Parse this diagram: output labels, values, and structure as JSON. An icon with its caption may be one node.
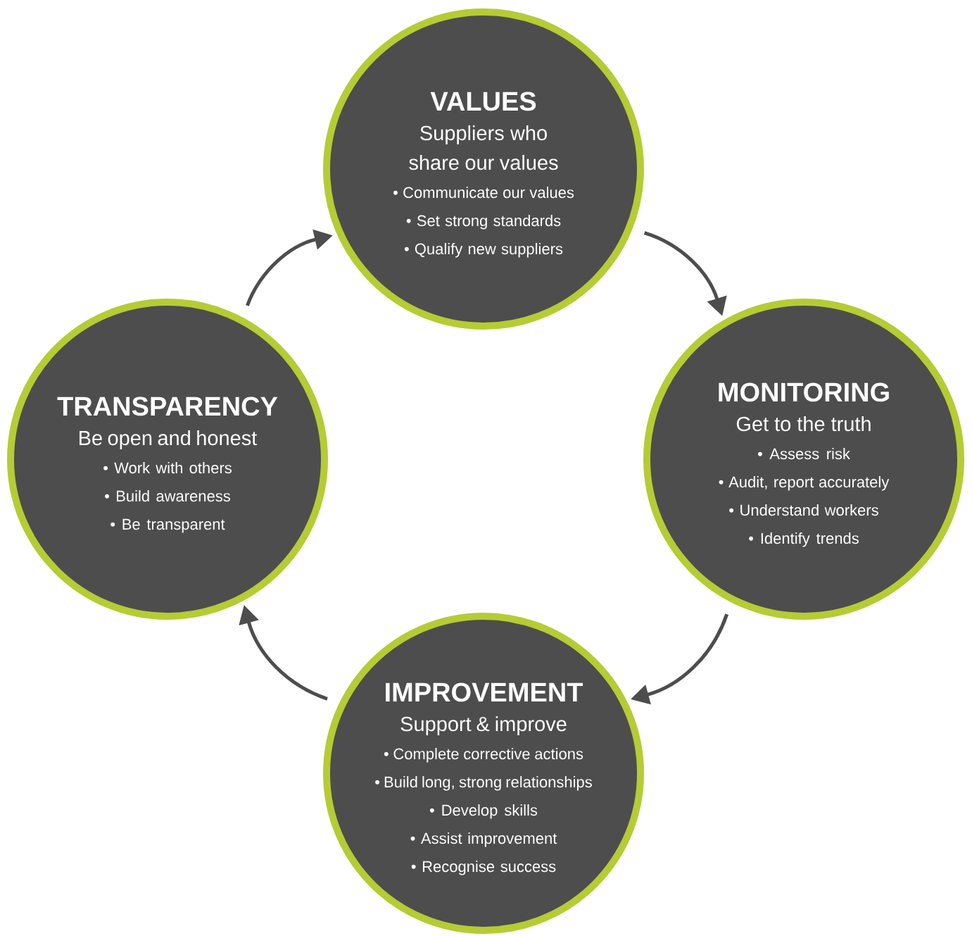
{
  "diagram": {
    "nodes": [
      {
        "text": [
          "VALUES",
          "Suppliers who share our values",
          "• Communicate our values",
          "• Set strong standards",
          "• Qualify new suppliers"
        ]
      },
      {
        "text": [
          "MONITORING",
          "Get to the truth",
          "• Assess risk",
          "• Audit, report accurately",
          "• Understand workers",
          "• Identify trends"
        ]
      },
      {
        "text": [
          "IMPROVEMENT",
          "Support & improve",
          "• Complete corrective actions",
          "• Build long, strong relationships",
          "• Develop skills",
          "• Assist improvement",
          "• Recognise success"
        ]
      },
      {
        "text": [
          "TRANSPARENCY",
          "Be open and honest",
          "• Work with others",
          "• Build awareness",
          "• Be transparent"
        ]
      }
    ],
    "edges": [
      {
        "from": 0,
        "to": 1,
        "arrow": "to"
      },
      {
        "from": 1,
        "to": 2,
        "arrow": "to"
      },
      {
        "from": 2,
        "to": 3,
        "arrow": "to"
      },
      {
        "from": 3,
        "to": 0,
        "arrow": "to"
      }
    ]
  }
}
